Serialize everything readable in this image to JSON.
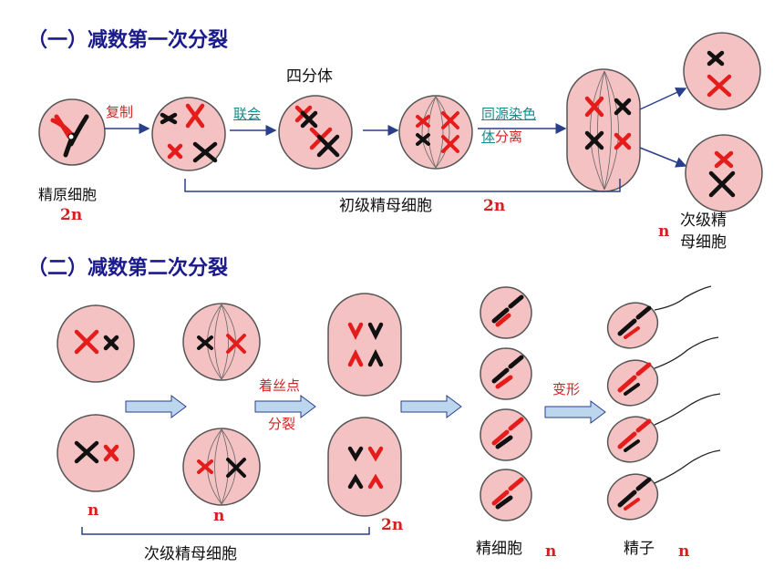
{
  "section1": {
    "title": "（一）减数第一次分裂"
  },
  "section2": {
    "title": "（二）减数第二次分裂"
  },
  "labels": {
    "fuzhi": "复制",
    "lianhui": "联会",
    "sifenti": "四分体",
    "tongyuan_line1": "同源染色",
    "tongyuan_ti": "体",
    "fenli": "分离",
    "jingyuan": "精原细胞",
    "chuji": "初级精母细胞",
    "ciji_line1": "次级精",
    "ciji_line2": "母细胞",
    "zhuosidian": "着丝点",
    "fenlie": "分裂",
    "bianxing": "变形",
    "ciji_bottom": "次级精母细胞",
    "jingxibao": "精细胞",
    "jingzi": "精子"
  },
  "ploidy": {
    "jingyuan": "2n",
    "chuji": "2n",
    "ciji_top": "n",
    "ciji_left": "n",
    "ciji_mid": "n",
    "anaphase2": "2n",
    "jingxibao": "n",
    "jingzi": "n"
  },
  "colors": {
    "cell_fill": "#f4c2c2",
    "cell_stroke": "#555555",
    "chrom_red": "#e51c1c",
    "chrom_black": "#111111",
    "arrow_line": "#2a3f8c",
    "block_arrow_fill": "#bcd6ee",
    "label_red": "#d42020",
    "label_teal": "#168a8a",
    "title": "#1a1a8c"
  }
}
